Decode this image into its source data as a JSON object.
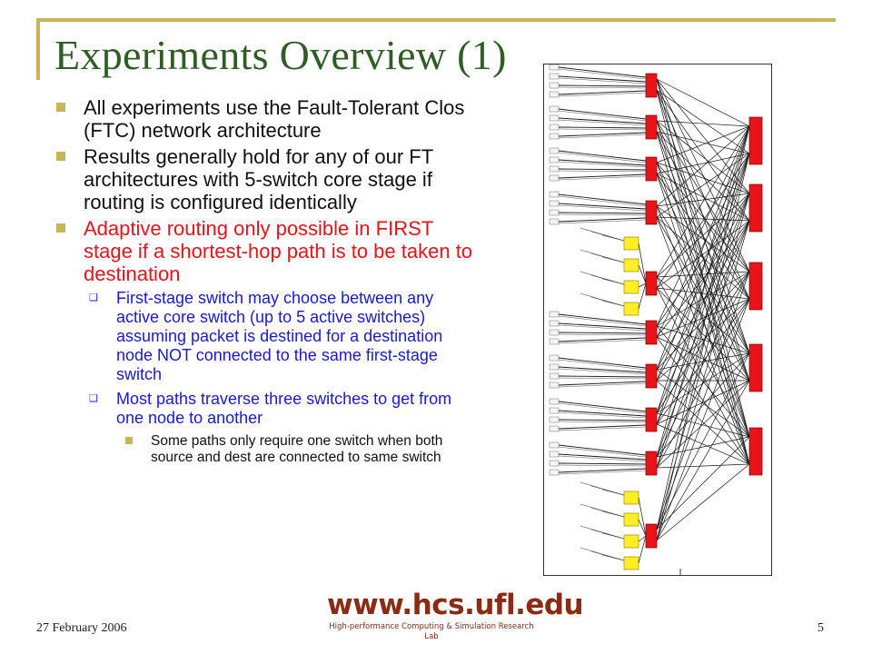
{
  "slide": {
    "title": "Experiments Overview (1)",
    "footer_date": "27 February 2006",
    "page_number": "5",
    "logo_url": "www.hcs.ufl.edu",
    "logo_subtitle": "High-performance Computing & Simulation Research Lab"
  },
  "bullets": [
    {
      "level": 1,
      "color": "black",
      "text": "All experiments use the Fault-Tolerant Clos (FTC) network architecture"
    },
    {
      "level": 1,
      "color": "black",
      "text": "Results generally hold for any of our FT architectures with 5-switch core stage if routing is configured identically"
    },
    {
      "level": 1,
      "color": "red",
      "text": "Adaptive routing only possible in FIRST stage if a shortest-hop path is to be taken to destination"
    },
    {
      "level": 2,
      "color": "blue",
      "text": "First-stage switch may choose between any active core switch (up to 5 active switches) assuming packet is destined for a destination node NOT connected to the same first-stage switch"
    },
    {
      "level": 2,
      "color": "blue",
      "text": "Most paths traverse three switches to get from one node to another"
    },
    {
      "level": 3,
      "color": "black",
      "text": "Some paths only require one switch when both source and dest are connected to same switch"
    }
  ],
  "diagram": {
    "stage1_switch_count": 10,
    "core_switch_count": 5,
    "spare_module_count": 8,
    "colors": {
      "switch": "#e8141a",
      "spare": "#ffee22",
      "wire": "#1a1a1a",
      "frame": "#333333"
    }
  }
}
